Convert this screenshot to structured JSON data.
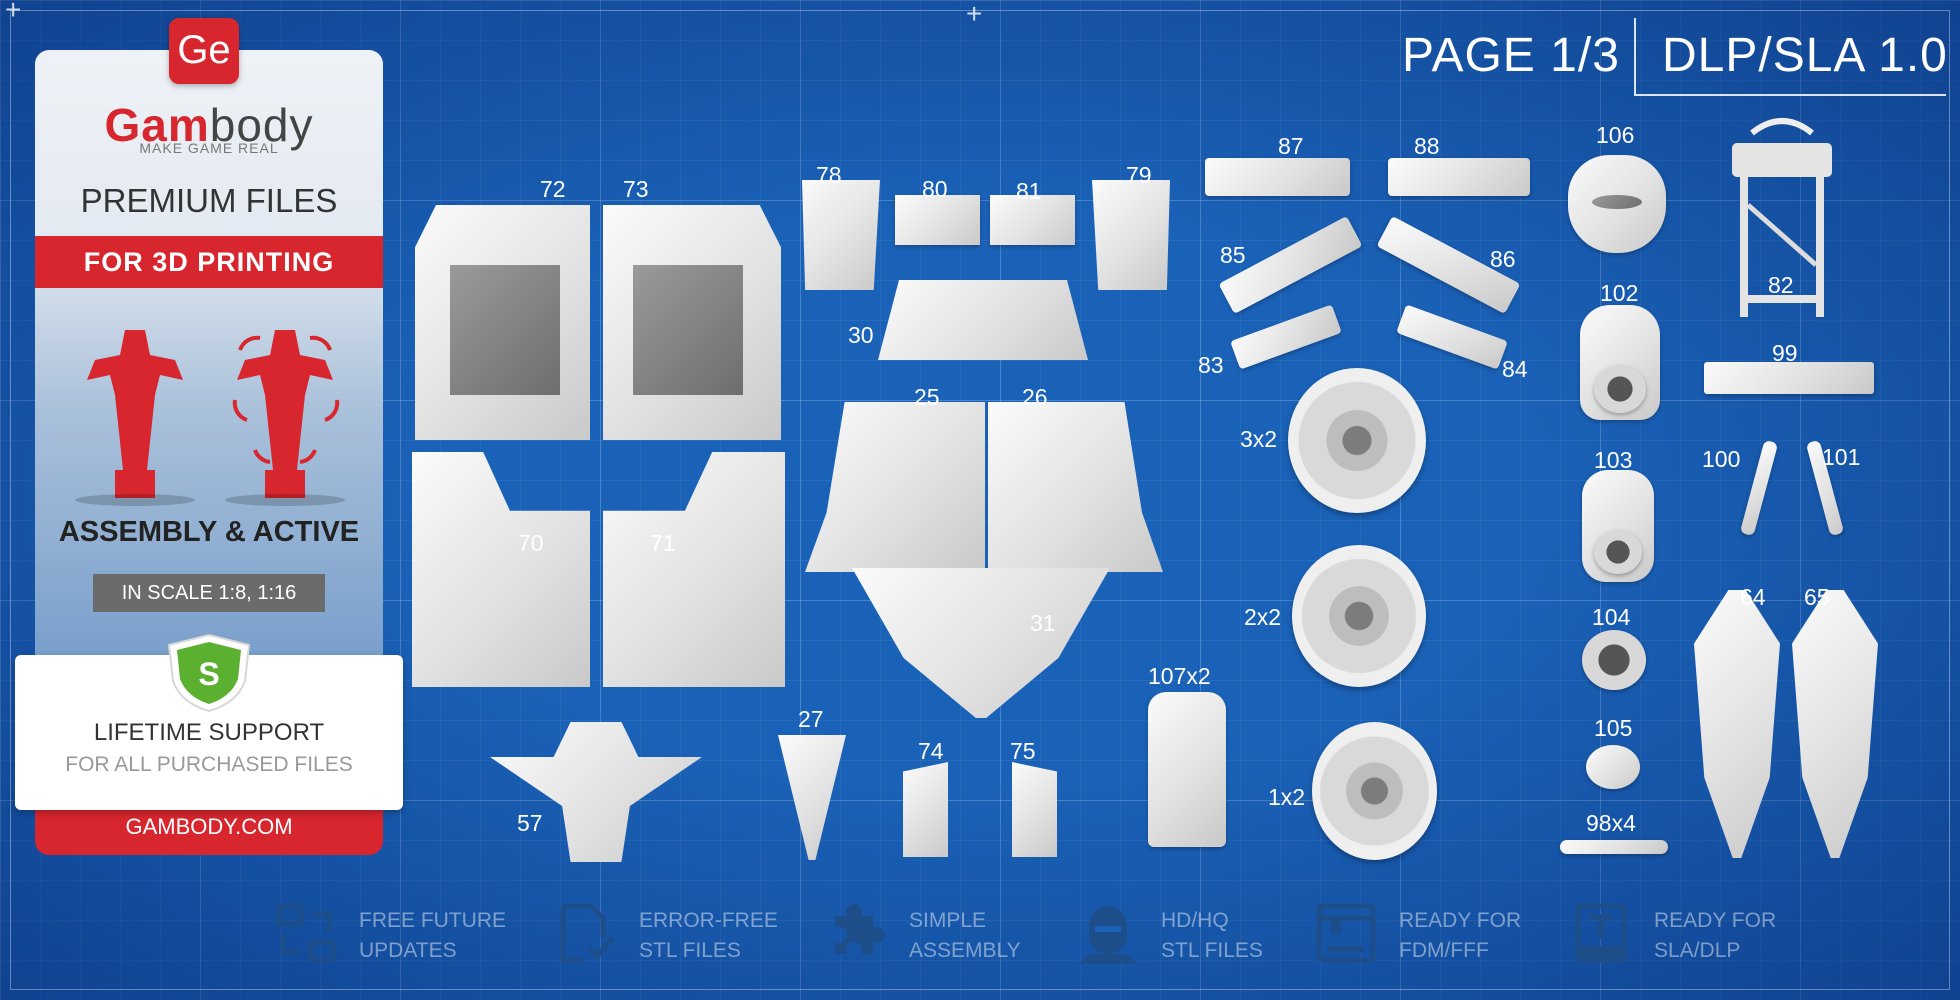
{
  "header": {
    "page": "PAGE 1/3",
    "version": "DLP/SLA 1.0"
  },
  "panel": {
    "logo_icon": "Ge",
    "brand_highlight": "Gam",
    "brand_rest": "body",
    "tagline": "MAKE GAME REAL",
    "premium": "PREMIUM FILES",
    "printing": "FOR 3D PRINTING",
    "assembly": "ASSEMBLY & ACTIVE",
    "scale": "IN SCALE 1:8, 1:16",
    "shield_letter": "S",
    "support": "LIFETIME SUPPORT",
    "support_sub": "FOR ALL PURCHASED FILES",
    "website": "GAMBODY.COM",
    "accent": "#d8262e"
  },
  "parts": {
    "p72": "72",
    "p73": "73",
    "p70": "70",
    "p71": "71",
    "p57": "57",
    "p78": "78",
    "p80": "80",
    "p81": "81",
    "p79": "79",
    "p30": "30",
    "p25": "25",
    "p26": "26",
    "p31": "31",
    "p27": "27",
    "p74": "74",
    "p75": "75",
    "p107": "107x2",
    "p87": "87",
    "p88": "88",
    "p85": "85",
    "p86": "86",
    "p83": "83",
    "p84": "84",
    "w3": "3x2",
    "w2": "2x2",
    "w1": "1x2",
    "p106": "106",
    "p102": "102",
    "p103": "103",
    "p104": "104",
    "p105": "105",
    "p98": "98x4",
    "p82": "82",
    "p99": "99",
    "p100": "100",
    "p101": "101",
    "p64": "64",
    "p65": "65"
  },
  "features": [
    {
      "icon": "refresh-icon",
      "line1": "FREE FUTURE",
      "line2": "UPDATES"
    },
    {
      "icon": "file-check-icon",
      "line1": "ERROR-FREE",
      "line2": "STL FILES"
    },
    {
      "icon": "puzzle-icon",
      "line1": "SIMPLE",
      "line2": "ASSEMBLY"
    },
    {
      "icon": "helmet-icon",
      "line1": "HD/HQ",
      "line2": "STL FILES"
    },
    {
      "icon": "fdm-printer-icon",
      "line1": "READY FOR",
      "line2": "FDM/FFF"
    },
    {
      "icon": "sla-printer-icon",
      "line1": "READY FOR",
      "line2": "SLA/DLP"
    }
  ]
}
